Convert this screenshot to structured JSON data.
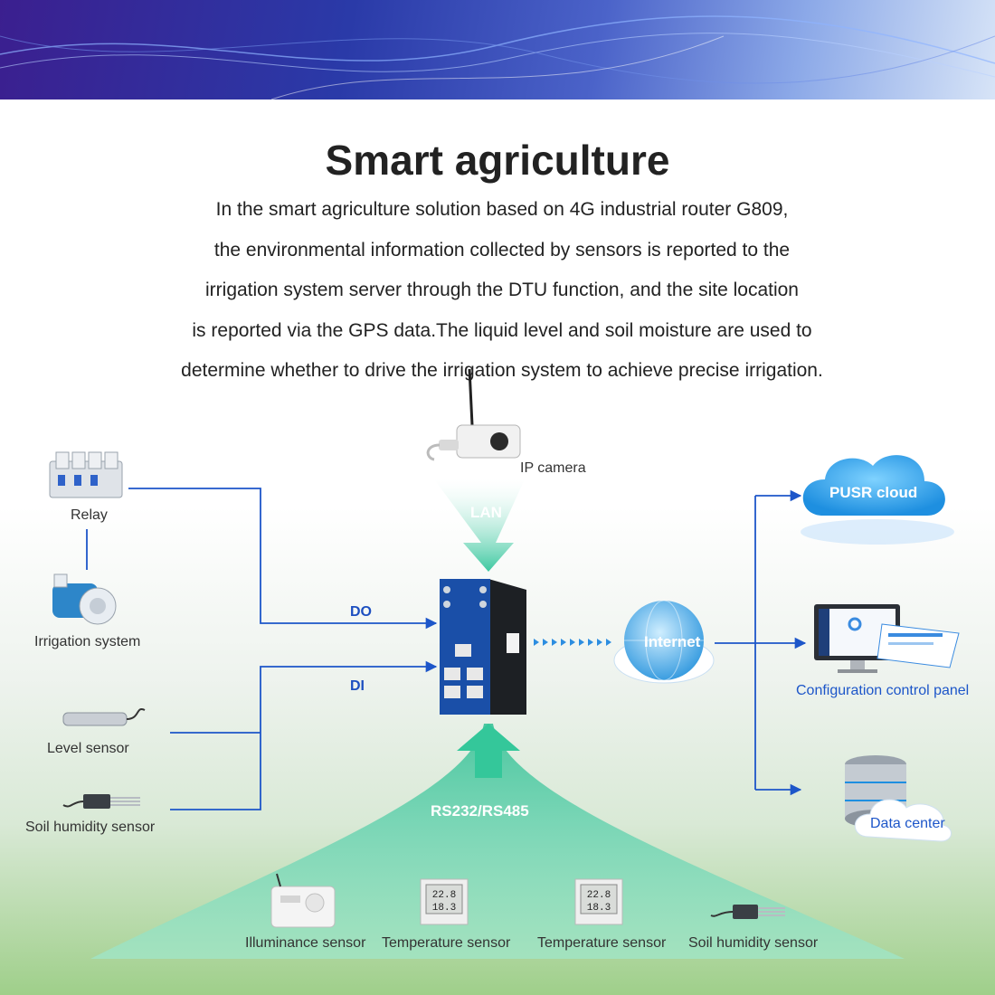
{
  "header": {
    "title": "Smart agriculture",
    "description": [
      "In the smart agriculture solution based on 4G industrial router G809,",
      "the environmental information collected by sensors is reported to the",
      "irrigation system server through the DTU function, and the site location",
      "is reported via the GPS data.The liquid level and soil moisture are used to",
      "determine whether to drive the irrigation system to achieve precise irrigation."
    ]
  },
  "left_devices": {
    "relay": "Relay",
    "irrigation": "Irrigation system",
    "level": "Level sensor",
    "soil": "Soil humidity sensor"
  },
  "links": {
    "do": "DO",
    "di": "DI",
    "lan": "LAN",
    "serial": "RS232/RS485"
  },
  "top_device": {
    "camera": "IP camera"
  },
  "network": {
    "internet": "Internet"
  },
  "right_devices": {
    "cloud": "PUSR cloud",
    "panel": "Configuration control panel",
    "data_center": "Data center"
  },
  "bottom_sensors": {
    "illuminance": "Illuminance sensor",
    "temp1": "Temperature sensor",
    "temp2": "Temperature sensor",
    "soil": "Soil humidity sensor"
  },
  "display_reading": {
    "top": "22.8",
    "bottom": "18.3"
  },
  "colors": {
    "link_blue": "#1d56c9",
    "beam_green": "#3cc8a0",
    "router_blue": "#1a4fa8"
  }
}
